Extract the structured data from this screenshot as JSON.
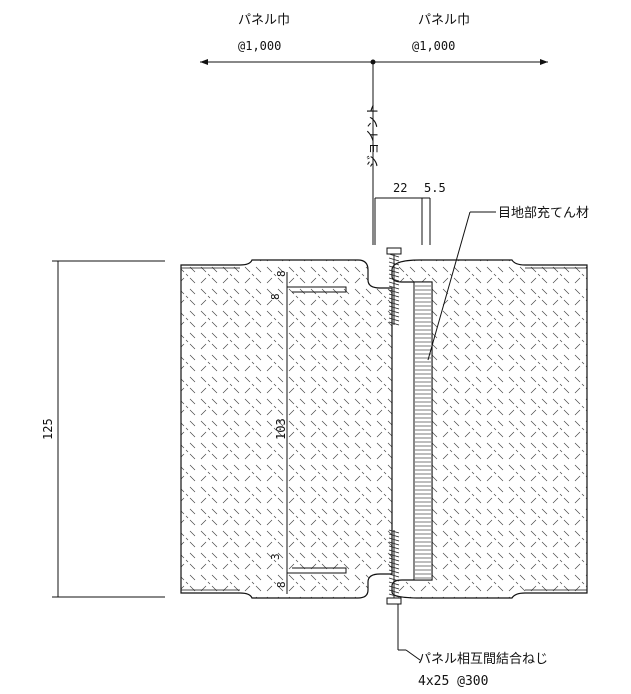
{
  "colors": {
    "line": "#1a1a1a",
    "hatch": "#3a3a3a",
    "background": "#ffffff"
  },
  "top_dims": {
    "left_label": "パネル巾",
    "left_value": "@1,000",
    "right_label": "パネル巾",
    "right_value": "@1,000"
  },
  "joint_label": "ジョイント",
  "dims": {
    "gap_22": "22",
    "gap_55": "5.5",
    "thickness_125": "125",
    "inner_103": "103",
    "top_8": "8",
    "upper_8": "8",
    "lower_3": "3",
    "bottom_8": "8"
  },
  "callouts": {
    "filler": "目地部充てん材",
    "screw": "パネル相互間結合ねじ",
    "screw_spec": "4x25 @300"
  }
}
